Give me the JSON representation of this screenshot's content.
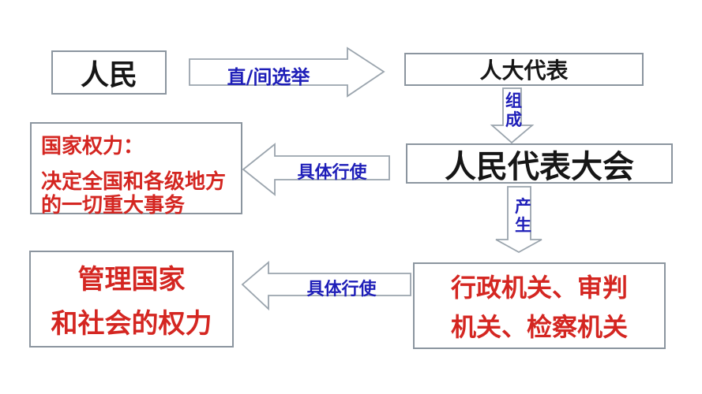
{
  "colors": {
    "red": "#d42621",
    "blue": "#1e1eb8",
    "black": "#161616",
    "box_border": "#8b959f",
    "arrow_outline": "#9aa4ad"
  },
  "boxes": {
    "people": {
      "label": "人民"
    },
    "deputies": {
      "label": "人大代表"
    },
    "congress": {
      "label": "人民代表大会"
    },
    "state_power": {
      "title": "国家权力：",
      "lines": [
        "决定全国和各级地方",
        "的一切重大事务"
      ]
    },
    "manage": {
      "lines": [
        "管理国家",
        "和社会的权力"
      ]
    },
    "organs": {
      "lines": [
        "行政机关、审判",
        "机关、检察机关"
      ]
    }
  },
  "arrows": {
    "election": {
      "label": "直/间选举",
      "direction": "right"
    },
    "compose": {
      "label": "组成",
      "direction": "down"
    },
    "exercise1": {
      "label": "具体行使",
      "direction": "left"
    },
    "produce": {
      "label": "产生",
      "direction": "down"
    },
    "exercise2": {
      "label": "具体行使",
      "direction": "left"
    }
  }
}
